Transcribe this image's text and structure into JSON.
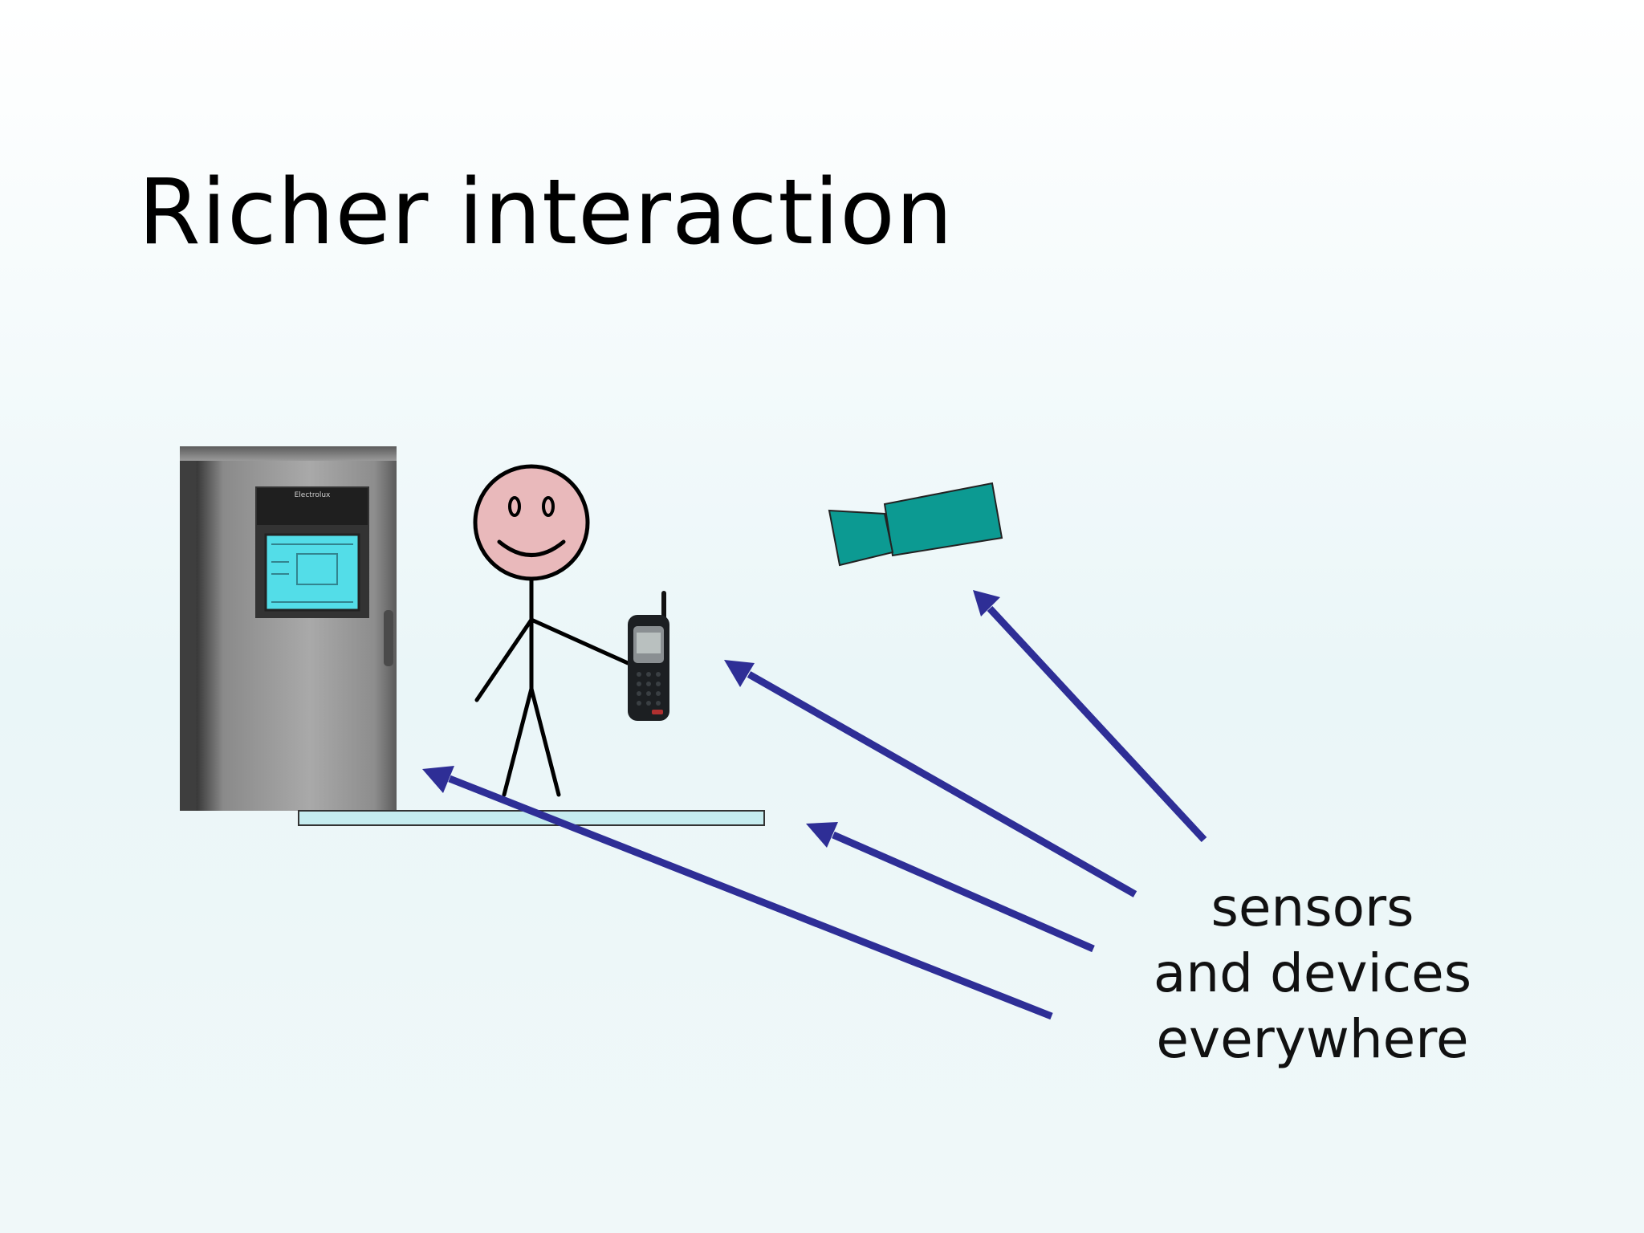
{
  "slide": {
    "title": "Richer interaction",
    "caption_lines": [
      "sensors",
      "and devices",
      "everywhere"
    ],
    "fridge_brand": "Electrolux"
  },
  "colors": {
    "arrow": "#2e2e96",
    "camera": "#0c9a92",
    "face": "#e9b9bb",
    "fridge_screen": "#53dde8",
    "floor_mat": "#c6ecef"
  },
  "icons": [
    "fridge-icon",
    "stick-figure-icon",
    "mobile-phone-icon",
    "video-camera-icon",
    "arrow-icon"
  ]
}
